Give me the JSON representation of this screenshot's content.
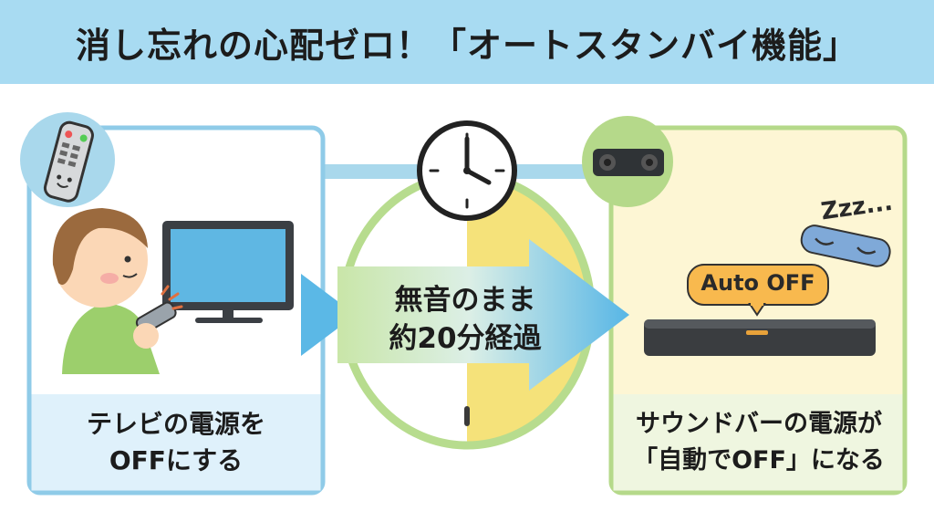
{
  "header": {
    "title": "消し忘れの心配ゼロ！「オートスタンバイ機能」"
  },
  "left_panel": {
    "line1": "テレビの電源を",
    "line2": "OFFにする"
  },
  "middle": {
    "line1": "無音のまま",
    "line2": "約20分経過"
  },
  "right_panel": {
    "bubble": "Auto OFF",
    "sleep": "Zzz...",
    "line1": "サウンドバーの電源が",
    "line2": "「自動でOFF」になる"
  },
  "colors": {
    "header_bg": "#a8dbf2",
    "left_border": "#8fcbe8",
    "right_border": "#b5d98a",
    "arrow_blue": "#5bb8e6",
    "arrow_green": "#b7dc8e",
    "clock_yellow": "#f5e27a",
    "bubble": "#f8b94e"
  },
  "icons": [
    "remote-icon",
    "tv-icon",
    "clock-icon",
    "soundbar-icon",
    "sleep-mask-icon"
  ]
}
